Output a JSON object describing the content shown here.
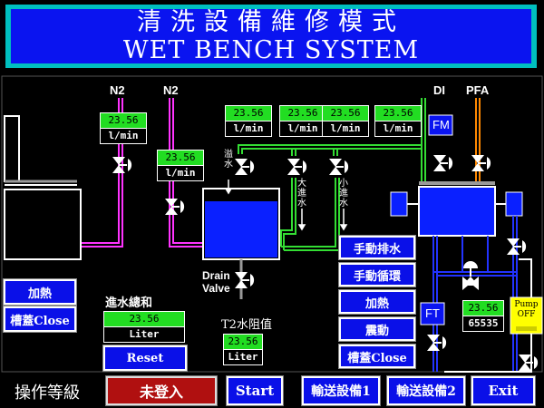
{
  "title": {
    "zh": "清洗設備維修模式",
    "en": "WET BENCH SYSTEM"
  },
  "labels": {
    "n2_a": "N2",
    "n2_b": "N2",
    "di": "DI",
    "pfa": "PFA",
    "drain_valve": "Drain\nValve",
    "fm": "FM",
    "ft": "FT",
    "total_in": "進水總和",
    "t2_resistivity": "T2水阻值",
    "overflow": [
      "溢",
      "水"
    ],
    "big_inlet": [
      "大",
      "進",
      "水"
    ],
    "small_inlet": [
      "小",
      "進",
      "水"
    ]
  },
  "meters": {
    "n2_a": {
      "value": "23.56",
      "unit": "l/min"
    },
    "n2_b": {
      "value": "23.56",
      "unit": "l/min"
    },
    "overflow": {
      "value": "23.56",
      "unit": "l/min"
    },
    "big_inlet": {
      "value": "23.56",
      "unit": "l/min"
    },
    "small_inlet": {
      "value": "23.56",
      "unit": "l/min"
    },
    "di": {
      "value": "23.56",
      "unit": "l/min"
    },
    "total_in": {
      "value": "23.56",
      "unit": "Liter"
    },
    "t2": {
      "value": "23.56",
      "unit": "Liter"
    },
    "ft": {
      "value": "23.56",
      "unit": "65535"
    }
  },
  "buttons": {
    "left_heat": "加熱",
    "left_lid_close": "槽蓋Close",
    "reset": "Reset",
    "manual_drain": "手動排水",
    "manual_circulation": "手動循環",
    "right_heat": "加熱",
    "shake": "震動",
    "right_lid_close": "槽蓋Close"
  },
  "pump": {
    "label": "Pump",
    "state": "OFF"
  },
  "bottom": {
    "level_label": "操作等級",
    "login_status": "未登入",
    "start": "Start",
    "conveyor1": "輸送設備1",
    "conveyor2": "輸送設備2",
    "exit": "Exit"
  },
  "colors": {
    "accent_blue": "#0a14f0",
    "title_border": "#00bfbf",
    "meter_green": "#22dd22",
    "pipe_magenta": "#ff33ff",
    "pipe_green": "#33dd33",
    "pipe_blue": "#2233ff",
    "pipe_orange": "#ff8800",
    "login_red": "#b01010"
  }
}
